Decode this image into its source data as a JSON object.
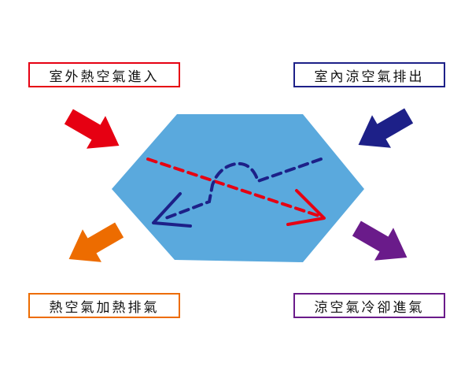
{
  "labels": {
    "outdoor_hot_in": "室外熱空氣進入",
    "indoor_cool_out": "室內涼空氣排出",
    "hot_exhaust": "熱空氣加熱排氣",
    "cool_supply": "涼空氣冷卻進氣"
  },
  "colors": {
    "hot_in": "#e60012",
    "cool_out": "#1d2088",
    "hot_exhaust": "#ed6c00",
    "cool_supply": "#6a1b8a",
    "exchanger": "#5aa9dd"
  }
}
